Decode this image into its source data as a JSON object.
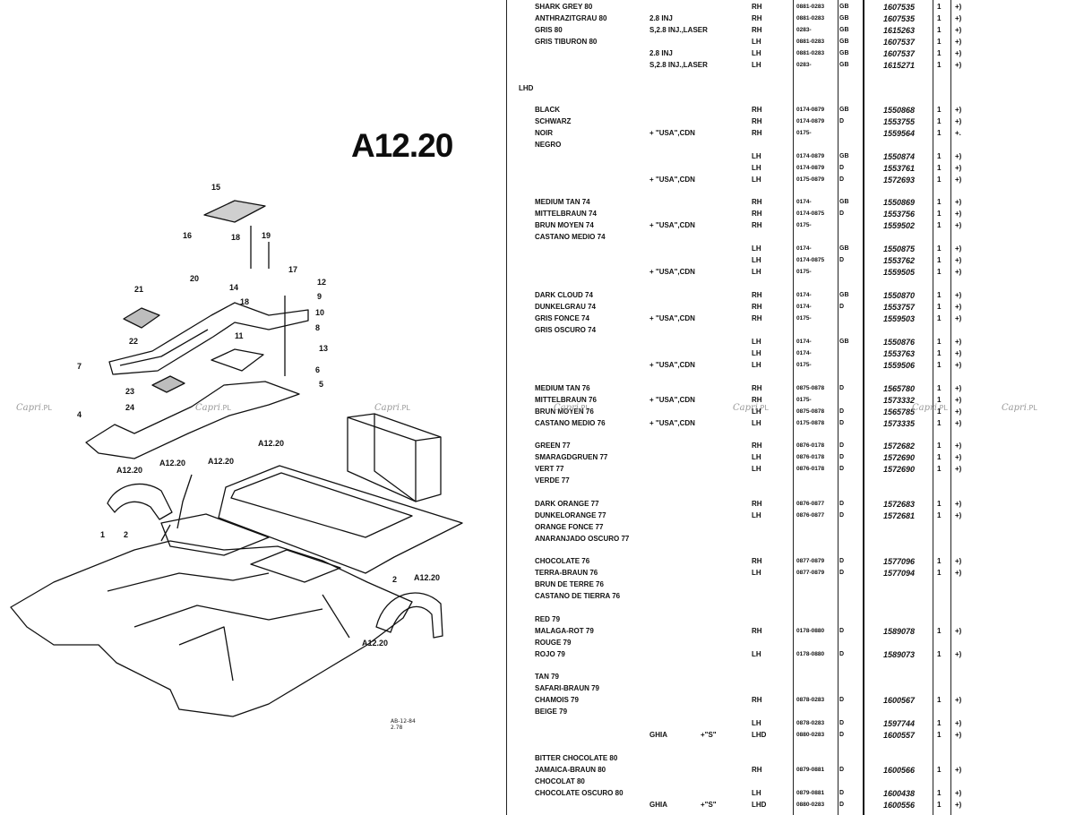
{
  "section_code": "A12.20",
  "footnote": [
    "AB-12-84",
    "2.78"
  ],
  "watermark": {
    "brand": "Capri",
    "suffix": ".PL"
  },
  "callouts": {
    "n1": "1",
    "n2": "2",
    "n2b": "2",
    "n4": "4",
    "n5": "5",
    "n6": "6",
    "n7": "7",
    "n8": "8",
    "n9": "9",
    "n10": "10",
    "n11": "11",
    "n12": "12",
    "n13": "13",
    "n14": "14",
    "n15": "15",
    "n16": "16",
    "n17": "17",
    "n18": "18",
    "n18b": "18",
    "n19": "19",
    "n20": "20",
    "n21": "21",
    "n22": "22",
    "n23": "23",
    "n24": "24",
    "ref1": "A12.20",
    "ref2": "A12.20",
    "ref3": "A12.20",
    "ref4": "A12.20",
    "ref5": "A12.20",
    "ref6": "A12.20"
  },
  "group_lhd": "LHD",
  "rows": [
    {
      "desc": "SHARK GREY 80",
      "eng": "",
      "extra": "",
      "side": "RH",
      "date": "0881-0283",
      "cntry": "GB",
      "part": "1607535",
      "qty": "1",
      "note": "+)"
    },
    {
      "desc": "ANTHRAZITGRAU 80",
      "eng": "2.8 INJ",
      "extra": "",
      "side": "RH",
      "date": "0881-0283",
      "cntry": "GB",
      "part": "1607535",
      "qty": "1",
      "note": "+)"
    },
    {
      "desc": "GRIS 80",
      "eng": "S,2.8 INJ.,LASER",
      "extra": "",
      "side": "RH",
      "date": "0283-",
      "cntry": "GB",
      "part": "1615263",
      "qty": "1",
      "note": "+)"
    },
    {
      "desc": "GRIS TIBURON 80",
      "eng": "",
      "extra": "",
      "side": "LH",
      "date": "0881-0283",
      "cntry": "GB",
      "part": "1607537",
      "qty": "1",
      "note": "+)"
    },
    {
      "desc": "",
      "eng": "2.8 INJ",
      "extra": "",
      "side": "LH",
      "date": "0881-0283",
      "cntry": "GB",
      "part": "1607537",
      "qty": "1",
      "note": "+)"
    },
    {
      "desc": "",
      "eng": "S,2.8 INJ.,LASER",
      "extra": "",
      "side": "LH",
      "date": "0283-",
      "cntry": "GB",
      "part": "1615271",
      "qty": "1",
      "note": "+)"
    },
    {
      "desc": "BLACK",
      "eng": "",
      "extra": "",
      "side": "RH",
      "date": "0174-0879",
      "cntry": "GB",
      "part": "1550868",
      "qty": "1",
      "note": "+)"
    },
    {
      "desc": "SCHWARZ",
      "eng": "",
      "extra": "",
      "side": "RH",
      "date": "0174-0879",
      "cntry": "D",
      "part": "1553755",
      "qty": "1",
      "note": "+)"
    },
    {
      "desc": "NOIR",
      "eng": "+ \"USA\",CDN",
      "extra": "",
      "side": "RH",
      "date": "0175-",
      "cntry": "",
      "part": "1559564",
      "qty": "1",
      "note": "+."
    },
    {
      "desc": "NEGRO",
      "eng": "",
      "extra": "",
      "side": "",
      "date": "",
      "cntry": "",
      "part": "",
      "qty": "",
      "note": ""
    },
    {
      "desc": "",
      "eng": "",
      "extra": "",
      "side": "LH",
      "date": "0174-0879",
      "cntry": "GB",
      "part": "1550874",
      "qty": "1",
      "note": "+)"
    },
    {
      "desc": "",
      "eng": "",
      "extra": "",
      "side": "LH",
      "date": "0174-0879",
      "cntry": "D",
      "part": "1553761",
      "qty": "1",
      "note": "+)"
    },
    {
      "desc": "",
      "eng": "+ \"USA\",CDN",
      "extra": "",
      "side": "LH",
      "date": "0175-0879",
      "cntry": "D",
      "part": "1572693",
      "qty": "1",
      "note": "+)"
    },
    {
      "desc": "MEDIUM TAN 74",
      "eng": "",
      "extra": "",
      "side": "RH",
      "date": "0174-",
      "cntry": "GB",
      "part": "1550869",
      "qty": "1",
      "note": "+)"
    },
    {
      "desc": "MITTELBRAUN 74",
      "eng": "",
      "extra": "",
      "side": "RH",
      "date": "0174-0875",
      "cntry": "D",
      "part": "1553756",
      "qty": "1",
      "note": "+)"
    },
    {
      "desc": "BRUN MOYEN 74",
      "eng": "+ \"USA\",CDN",
      "extra": "",
      "side": "RH",
      "date": "0175-",
      "cntry": "",
      "part": "1559502",
      "qty": "1",
      "note": "+)"
    },
    {
      "desc": "CASTANO MEDIO 74",
      "eng": "",
      "extra": "",
      "side": "",
      "date": "",
      "cntry": "",
      "part": "",
      "qty": "",
      "note": ""
    },
    {
      "desc": "",
      "eng": "",
      "extra": "",
      "side": "LH",
      "date": "0174-",
      "cntry": "GB",
      "part": "1550875",
      "qty": "1",
      "note": "+)"
    },
    {
      "desc": "",
      "eng": "",
      "extra": "",
      "side": "LH",
      "date": "0174-0875",
      "cntry": "D",
      "part": "1553762",
      "qty": "1",
      "note": "+)"
    },
    {
      "desc": "",
      "eng": "+ \"USA\",CDN",
      "extra": "",
      "side": "LH",
      "date": "0175-",
      "cntry": "",
      "part": "1559505",
      "qty": "1",
      "note": "+)"
    },
    {
      "desc": "DARK CLOUD 74",
      "eng": "",
      "extra": "",
      "side": "RH",
      "date": "0174-",
      "cntry": "GB",
      "part": "1550870",
      "qty": "1",
      "note": "+)"
    },
    {
      "desc": "DUNKELGRAU 74",
      "eng": "",
      "extra": "",
      "side": "RH",
      "date": "0174-",
      "cntry": "D",
      "part": "1553757",
      "qty": "1",
      "note": "+)"
    },
    {
      "desc": "GRIS FONCE 74",
      "eng": "+ \"USA\",CDN",
      "extra": "",
      "side": "RH",
      "date": "0175-",
      "cntry": "",
      "part": "1559503",
      "qty": "1",
      "note": "+)"
    },
    {
      "desc": "GRIS OSCURO 74",
      "eng": "",
      "extra": "",
      "side": "",
      "date": "",
      "cntry": "",
      "part": "",
      "qty": "",
      "note": ""
    },
    {
      "desc": "",
      "eng": "",
      "extra": "",
      "side": "LH",
      "date": "0174-",
      "cntry": "GB",
      "part": "1550876",
      "qty": "1",
      "note": "+)"
    },
    {
      "desc": "",
      "eng": "",
      "extra": "",
      "side": "LH",
      "date": "0174-",
      "cntry": "",
      "part": "1553763",
      "qty": "1",
      "note": "+)"
    },
    {
      "desc": "",
      "eng": "+ \"USA\",CDN",
      "extra": "",
      "side": "LH",
      "date": "0175-",
      "cntry": "",
      "part": "1559506",
      "qty": "1",
      "note": "+)"
    },
    {
      "desc": "MEDIUM TAN 76",
      "eng": "",
      "extra": "",
      "side": "RH",
      "date": "0875-0878",
      "cntry": "D",
      "part": "1565780",
      "qty": "1",
      "note": "+)"
    },
    {
      "desc": "MITTELBRAUN 76",
      "eng": "+ \"USA\",CDN",
      "extra": "",
      "side": "RH",
      "date": "0175-",
      "cntry": "",
      "part": "1573332",
      "qty": "1",
      "note": "+)"
    },
    {
      "desc": "BRUN MOYEN 76",
      "eng": "",
      "extra": "",
      "side": "LH",
      "date": "0875-0878",
      "cntry": "D",
      "part": "1565785",
      "qty": "1",
      "note": "+)"
    },
    {
      "desc": "CASTANO MEDIO 76",
      "eng": "+ \"USA\",CDN",
      "extra": "",
      "side": "LH",
      "date": "0175-0878",
      "cntry": "D",
      "part": "1573335",
      "qty": "1",
      "note": "+)"
    },
    {
      "desc": "GREEN 77",
      "eng": "",
      "extra": "",
      "side": "RH",
      "date": "0876-0178",
      "cntry": "D",
      "part": "1572682",
      "qty": "1",
      "note": "+)"
    },
    {
      "desc": "SMARAGDGRUEN 77",
      "eng": "",
      "extra": "",
      "side": "LH",
      "date": "0876-0178",
      "cntry": "D",
      "part": "1572690",
      "qty": "1",
      "note": "+)"
    },
    {
      "desc": "VERT 77",
      "eng": "",
      "extra": "",
      "side": "LH",
      "date": "0876-0178",
      "cntry": "D",
      "part": "1572690",
      "qty": "1",
      "note": "+)"
    },
    {
      "desc": "VERDE 77",
      "eng": "",
      "extra": "",
      "side": "",
      "date": "",
      "cntry": "",
      "part": "",
      "qty": "",
      "note": ""
    },
    {
      "desc": "DARK ORANGE 77",
      "eng": "",
      "extra": "",
      "side": "RH",
      "date": "0876-0877",
      "cntry": "D",
      "part": "1572683",
      "qty": "1",
      "note": "+)"
    },
    {
      "desc": "DUNKELORANGE 77",
      "eng": "",
      "extra": "",
      "side": "LH",
      "date": "0876-0877",
      "cntry": "D",
      "part": "1572681",
      "qty": "1",
      "note": "+)"
    },
    {
      "desc": "ORANGE FONCE 77",
      "eng": "",
      "extra": "",
      "side": "",
      "date": "",
      "cntry": "",
      "part": "",
      "qty": "",
      "note": ""
    },
    {
      "desc": "ANARANJADO OSCURO 77",
      "eng": "",
      "extra": "",
      "side": "",
      "date": "",
      "cntry": "",
      "part": "",
      "qty": "",
      "note": ""
    },
    {
      "desc": "CHOCOLATE 76",
      "eng": "",
      "extra": "",
      "side": "RH",
      "date": "0877-0879",
      "cntry": "D",
      "part": "1577096",
      "qty": "1",
      "note": "+)"
    },
    {
      "desc": "TERRA-BRAUN 76",
      "eng": "",
      "extra": "",
      "side": "LH",
      "date": "0877-0879",
      "cntry": "D",
      "part": "1577094",
      "qty": "1",
      "note": "+)"
    },
    {
      "desc": "BRUN DE TERRE 76",
      "eng": "",
      "extra": "",
      "side": "",
      "date": "",
      "cntry": "",
      "part": "",
      "qty": "",
      "note": ""
    },
    {
      "desc": "CASTANO DE TIERRA 76",
      "eng": "",
      "extra": "",
      "side": "",
      "date": "",
      "cntry": "",
      "part": "",
      "qty": "",
      "note": ""
    },
    {
      "desc": "RED 79",
      "eng": "",
      "extra": "",
      "side": "",
      "date": "",
      "cntry": "",
      "part": "",
      "qty": "",
      "note": ""
    },
    {
      "desc": "MALAGA-ROT 79",
      "eng": "",
      "extra": "",
      "side": "RH",
      "date": "0178-0880",
      "cntry": "D",
      "part": "1589078",
      "qty": "1",
      "note": "+)"
    },
    {
      "desc": "ROUGE 79",
      "eng": "",
      "extra": "",
      "side": "",
      "date": "",
      "cntry": "",
      "part": "",
      "qty": "",
      "note": ""
    },
    {
      "desc": "ROJO 79",
      "eng": "",
      "extra": "",
      "side": "LH",
      "date": "0178-0880",
      "cntry": "D",
      "part": "1589073",
      "qty": "1",
      "note": "+)"
    },
    {
      "desc": "TAN 79",
      "eng": "",
      "extra": "",
      "side": "",
      "date": "",
      "cntry": "",
      "part": "",
      "qty": "",
      "note": ""
    },
    {
      "desc": "SAFARI-BRAUN 79",
      "eng": "",
      "extra": "",
      "side": "",
      "date": "",
      "cntry": "",
      "part": "",
      "qty": "",
      "note": ""
    },
    {
      "desc": "CHAMOIS 79",
      "eng": "",
      "extra": "",
      "side": "RH",
      "date": "0878-0283",
      "cntry": "D",
      "part": "1600567",
      "qty": "1",
      "note": "+)"
    },
    {
      "desc": "BEIGE 79",
      "eng": "",
      "extra": "",
      "side": "",
      "date": "",
      "cntry": "",
      "part": "",
      "qty": "",
      "note": ""
    },
    {
      "desc": "",
      "eng": "",
      "extra": "",
      "side": "LH",
      "date": "0878-0283",
      "cntry": "D",
      "part": "1597744",
      "qty": "1",
      "note": "+)"
    },
    {
      "desc": "",
      "eng": "GHIA",
      "extra": "+\"S\"",
      "side": "LHD",
      "date": "0880-0283",
      "cntry": "D",
      "part": "1600557",
      "qty": "1",
      "note": "+)"
    },
    {
      "desc": "BITTER CHOCOLATE 80",
      "eng": "",
      "extra": "",
      "side": "",
      "date": "",
      "cntry": "",
      "part": "",
      "qty": "",
      "note": ""
    },
    {
      "desc": "JAMAICA-BRAUN 80",
      "eng": "",
      "extra": "",
      "side": "RH",
      "date": "0879-0881",
      "cntry": "D",
      "part": "1600566",
      "qty": "1",
      "note": "+)"
    },
    {
      "desc": "CHOCOLAT 80",
      "eng": "",
      "extra": "",
      "side": "",
      "date": "",
      "cntry": "",
      "part": "",
      "qty": "",
      "note": ""
    },
    {
      "desc": "CHOCOLATE OSCURO 80",
      "eng": "",
      "extra": "",
      "side": "LH",
      "date": "0879-0881",
      "cntry": "D",
      "part": "1600438",
      "qty": "1",
      "note": "+)"
    },
    {
      "desc": "",
      "eng": "GHIA",
      "extra": "+\"S\"",
      "side": "LHD",
      "date": "0880-0283",
      "cntry": "D",
      "part": "1600556",
      "qty": "1",
      "note": "+)"
    }
  ]
}
